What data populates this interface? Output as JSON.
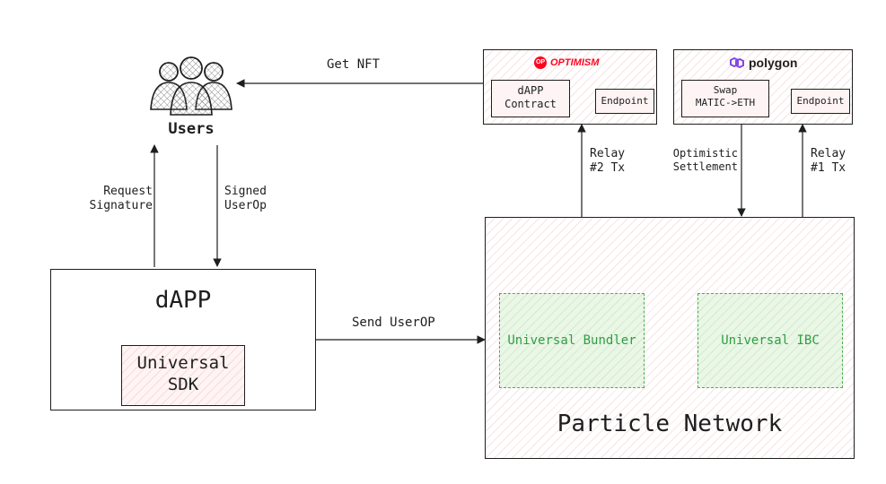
{
  "users": {
    "label": "Users"
  },
  "edges": {
    "get_nft": "Get NFT",
    "request_signature": [
      "Request",
      "Signature"
    ],
    "signed_userop": [
      "Signed",
      "UserOp"
    ],
    "send_userop": "Send UserOP",
    "relay_2": [
      "Relay",
      "#2 Tx"
    ],
    "optimistic_settlement": [
      "Optimistic",
      "Settlement"
    ],
    "relay_1": [
      "Relay",
      "#1 Tx"
    ]
  },
  "optimism": {
    "logo_badge": "OP",
    "logo_text": "OPTIMISM",
    "contract": [
      "dAPP",
      "Contract"
    ],
    "endpoint": "Endpoint",
    "brand_color": "#ff0420"
  },
  "polygon": {
    "logo_text": "polygon",
    "swap": [
      "Swap",
      "MATIC->ETH"
    ],
    "endpoint": "Endpoint",
    "brand_color": "#8247e5"
  },
  "dapp": {
    "title": "dAPP",
    "sdk": [
      "Universal",
      "SDK"
    ]
  },
  "particle": {
    "title": "Particle Network",
    "bundler": "Universal Bundler",
    "ibc": "Universal IBC",
    "accent_color": "#2f9e44"
  }
}
